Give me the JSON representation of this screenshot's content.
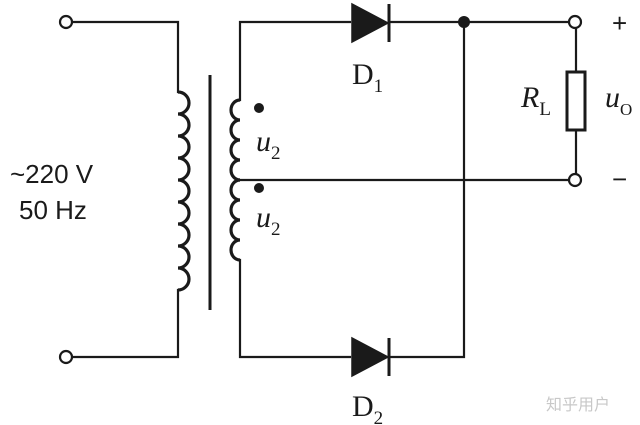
{
  "source": {
    "line1": "~220 V",
    "line2": "50 Hz"
  },
  "secondary_upper": {
    "symbol": "u",
    "subscript": "2"
  },
  "secondary_lower": {
    "symbol": "u",
    "subscript": "2"
  },
  "diode1": {
    "symbol": "D",
    "subscript": "1"
  },
  "diode2": {
    "symbol": "D",
    "subscript": "2"
  },
  "load": {
    "symbol": "R",
    "subscript": "L"
  },
  "output": {
    "symbol": "u",
    "subscript": "O",
    "plus": "+",
    "minus": "−"
  },
  "watermark": "知乎用户"
}
